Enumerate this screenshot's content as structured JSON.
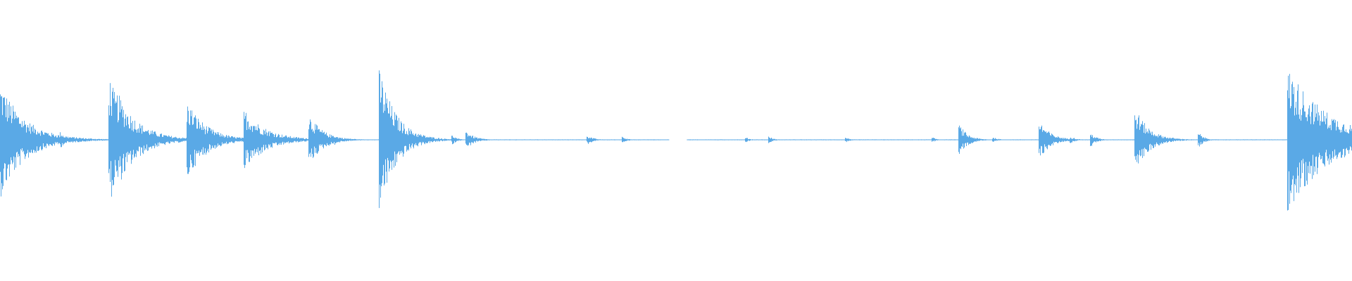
{
  "waveform": {
    "color": "#5aa9e6",
    "background": "#ffffff",
    "amplitude_scale": 1.0,
    "silent_gaps": [
      [
        0.495,
        0.508
      ]
    ],
    "events": [
      {
        "t": 0.0,
        "amp": 0.52,
        "decay": 0.018
      },
      {
        "t": 0.004,
        "amp": 0.24,
        "decay": 0.01
      },
      {
        "t": 0.032,
        "amp": 0.05,
        "decay": 0.004
      },
      {
        "t": 0.045,
        "amp": 0.07,
        "decay": 0.004
      },
      {
        "t": 0.081,
        "amp": 0.57,
        "decay": 0.012
      },
      {
        "t": 0.087,
        "amp": 0.42,
        "decay": 0.016
      },
      {
        "t": 0.139,
        "amp": 0.34,
        "decay": 0.014
      },
      {
        "t": 0.181,
        "amp": 0.27,
        "decay": 0.016
      },
      {
        "t": 0.229,
        "amp": 0.22,
        "decay": 0.01
      },
      {
        "t": 0.247,
        "amp": 0.05,
        "decay": 0.004
      },
      {
        "t": 0.281,
        "amp": 0.63,
        "decay": 0.012
      },
      {
        "t": 0.3,
        "amp": 0.03,
        "decay": 0.003
      },
      {
        "t": 0.335,
        "amp": 0.04,
        "decay": 0.003
      },
      {
        "t": 0.345,
        "amp": 0.08,
        "decay": 0.006
      },
      {
        "t": 0.435,
        "amp": 0.04,
        "decay": 0.004
      },
      {
        "t": 0.461,
        "amp": 0.03,
        "decay": 0.003
      },
      {
        "t": 0.552,
        "amp": 0.02,
        "decay": 0.003
      },
      {
        "t": 0.569,
        "amp": 0.03,
        "decay": 0.003
      },
      {
        "t": 0.626,
        "amp": 0.02,
        "decay": 0.003
      },
      {
        "t": 0.69,
        "amp": 0.02,
        "decay": 0.003
      },
      {
        "t": 0.71,
        "amp": 0.13,
        "decay": 0.006
      },
      {
        "t": 0.735,
        "amp": 0.02,
        "decay": 0.004
      },
      {
        "t": 0.769,
        "amp": 0.17,
        "decay": 0.008
      },
      {
        "t": 0.792,
        "amp": 0.03,
        "decay": 0.004
      },
      {
        "t": 0.807,
        "amp": 0.06,
        "decay": 0.004
      },
      {
        "t": 0.84,
        "amp": 0.28,
        "decay": 0.01
      },
      {
        "t": 0.864,
        "amp": 0.02,
        "decay": 0.006
      },
      {
        "t": 0.887,
        "amp": 0.06,
        "decay": 0.004
      },
      {
        "t": 0.953,
        "amp": 0.64,
        "decay": 0.03
      },
      {
        "t": 0.98,
        "amp": 0.03,
        "decay": 0.04
      }
    ]
  }
}
